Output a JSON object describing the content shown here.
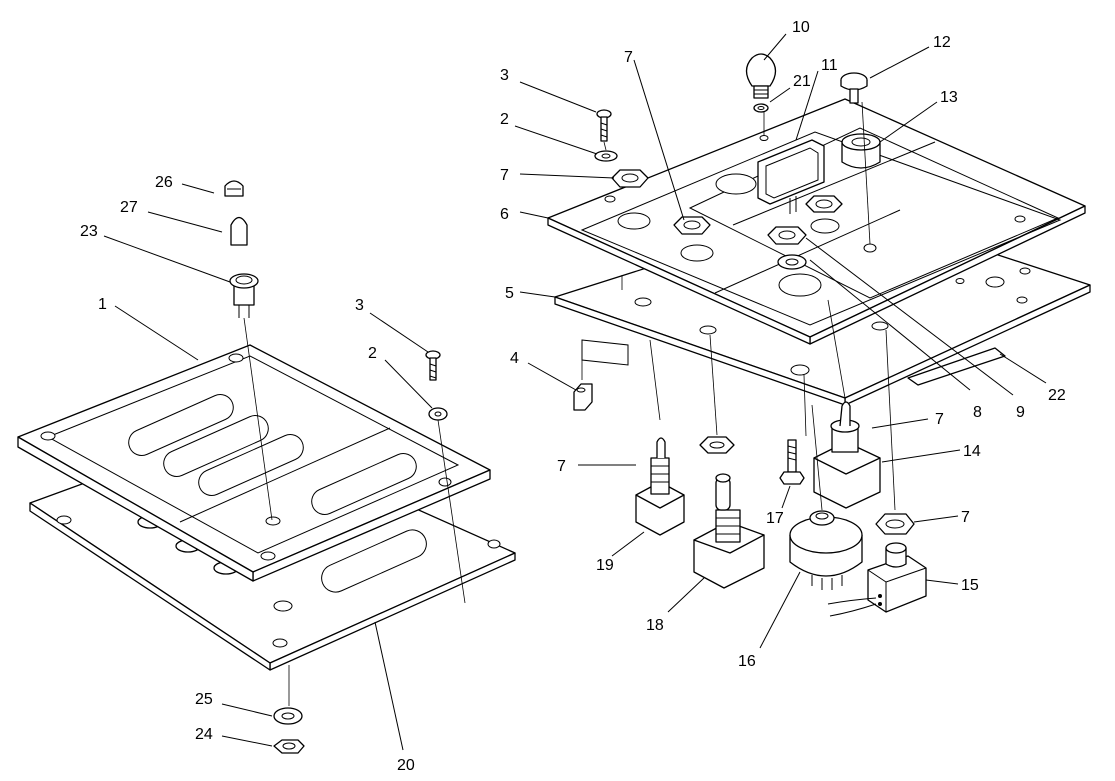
{
  "callouts": {
    "c1": "1",
    "c2a": "2",
    "c3a": "3",
    "c20": "20",
    "c23": "23",
    "c24": "24",
    "c25": "25",
    "c26": "26",
    "c27": "27",
    "c2b": "2",
    "c3b": "3",
    "c4": "4",
    "c5": "5",
    "c6": "6",
    "c7a": "7",
    "c7b": "7",
    "c7c": "7",
    "c7d": "7",
    "c7e": "7",
    "c8": "8",
    "c9": "9",
    "c10": "10",
    "c11": "11",
    "c12": "12",
    "c13": "13",
    "c14": "14",
    "c15": "15",
    "c16": "16",
    "c17": "17",
    "c18": "18",
    "c19": "19",
    "c21": "21",
    "c22": "22"
  }
}
